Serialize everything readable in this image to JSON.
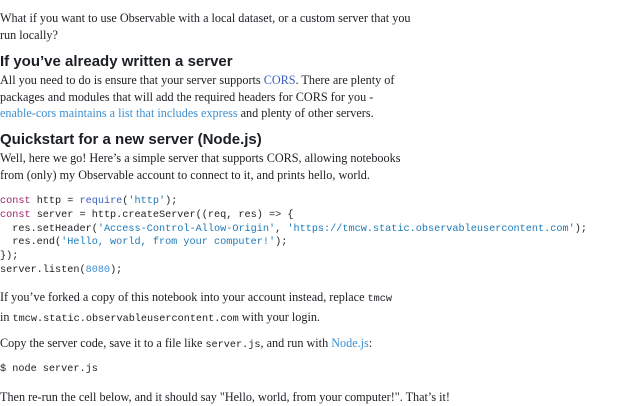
{
  "intro": {
    "text": "What if you want to use Observable with a local dataset, or a custom server that you run locally?"
  },
  "section1": {
    "heading": "If you’ve already written a server",
    "p1_before": "All you need to do is ensure that your server supports ",
    "cors_link": "CORS",
    "p1_after": ". There are plenty of packages and modules that will add the required headers for CORS for you - ",
    "enable_cors_link": "enable-cors maintains a list that includes express",
    "p1_end": " and plenty of other servers."
  },
  "section2": {
    "heading": "Quickstart for a new server (Node.js)",
    "p1": "Well, here we go! Here’s a simple server that supports CORS, allowing notebooks from (only) my Observable account to connect to it, and prints hello, world."
  },
  "code_block": {
    "l1_kw": "const",
    "l1_a": " http = ",
    "l1_fn": "require",
    "l1_b": "(",
    "l1_str": "'http'",
    "l1_c": ");",
    "l2_kw": "const",
    "l2_a": " server = http.createServer((req, res) => {",
    "l3_a": "  res.setHeader(",
    "l3_str1": "'Access-Control-Allow-Origin'",
    "l3_b": ", ",
    "l3_str2": "'https://tmcw.static.observableusercontent.com'",
    "l3_c": ");",
    "l4_a": "  res.end(",
    "l4_str": "'Hello, world, from your computer!'",
    "l4_b": ");",
    "l5": "});",
    "l6_a": "server.listen(",
    "l6_num": "8080",
    "l6_b": ");"
  },
  "fork_para": {
    "before": "If you’ve forked a copy of this notebook into your account instead, replace ",
    "code1": "tmcw",
    "middle": " in ",
    "code2": "tmcw.static.observableusercontent.com",
    "after": " with your login."
  },
  "copy_para": {
    "before": "Copy the server code, save it to a file like ",
    "code": "server.js",
    "middle": ", and run with ",
    "link": "Node.js",
    "after": ":"
  },
  "command": {
    "text": "$ node server.js"
  },
  "rerun_para": {
    "text": "Then re-run the cell below, and it should say \"Hello, world, from your computer!\". That’s it!"
  }
}
